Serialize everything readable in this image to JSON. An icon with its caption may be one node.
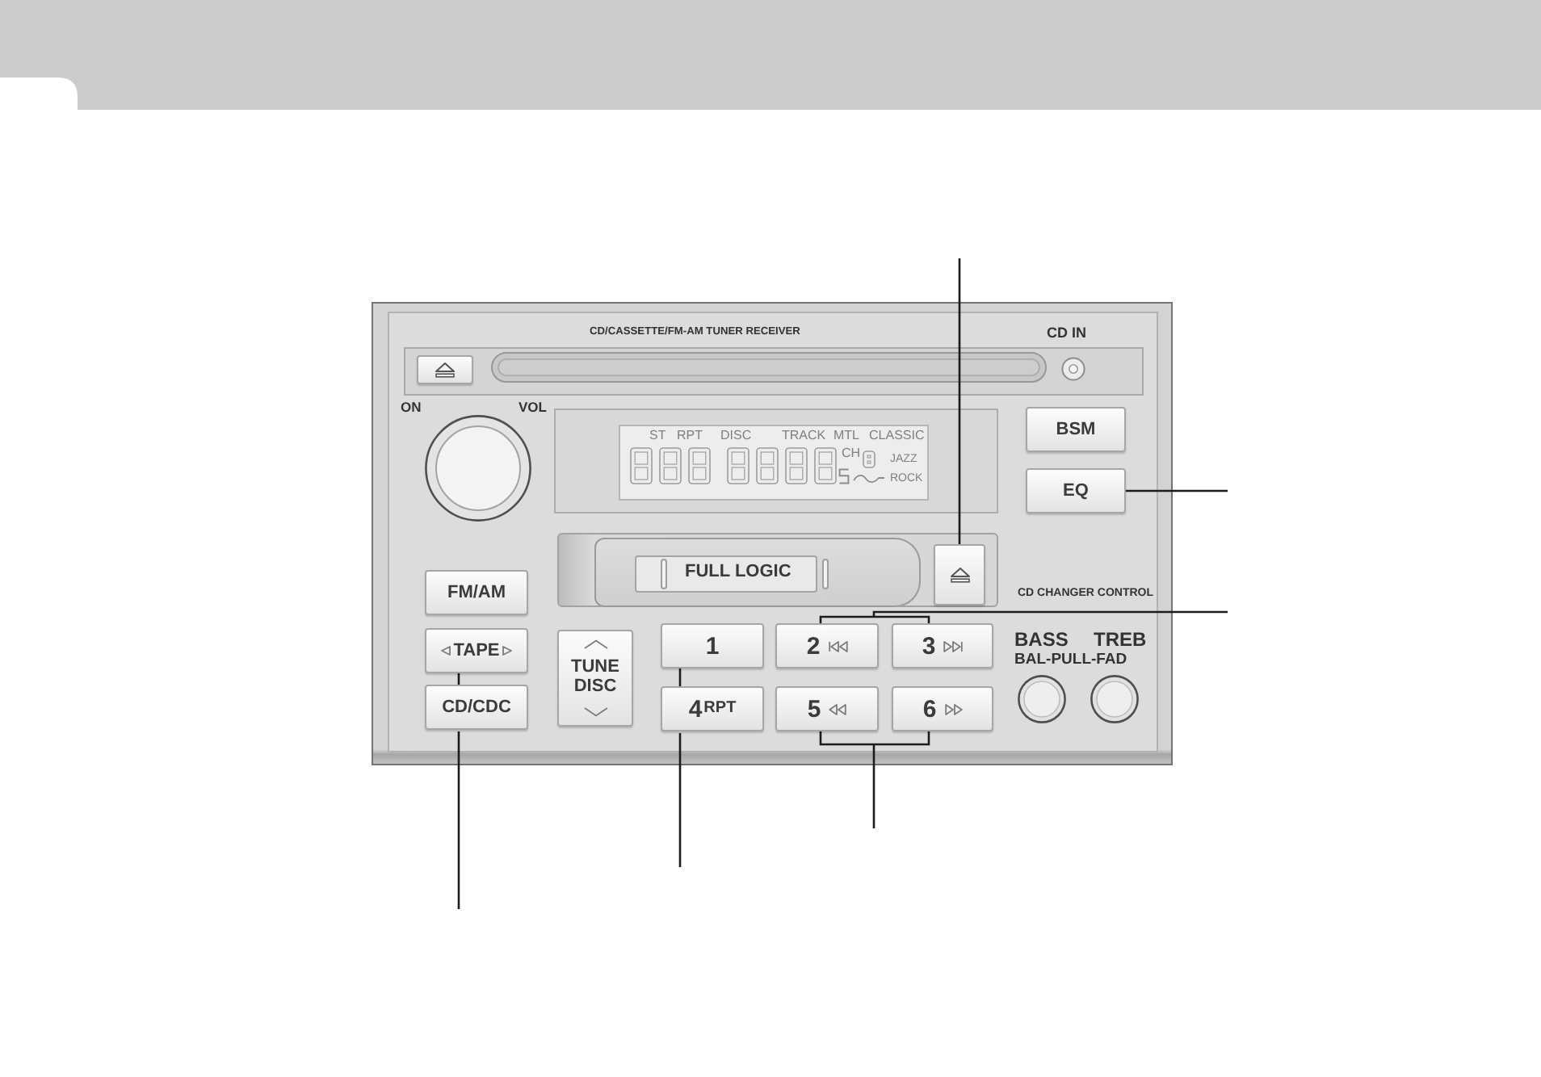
{
  "diagram": {
    "nodes": [
      {
        "text": [
          "CD/CASSETTE/FM-AM TUNER RECEIVER"
        ]
      },
      {
        "text": [],
        "shape": "box",
        "in": 0
      },
      {
        "text": [
          "ST",
          "RPT",
          "DISC",
          "TRACK",
          "MTL",
          "CLASSIC",
          "CH",
          "JAZZ",
          "ROCK"
        ],
        "in": 0
      },
      {
        "text": [
          "BSM"
        ],
        "in": 0
      },
      {
        "text": [
          "EQ"
        ],
        "in": 0
      },
      {
        "text": [
          "FULL LOGIC"
        ],
        "in": 0
      },
      {
        "text": [],
        "shape": "box",
        "in": 0
      },
      {
        "text": [
          "FM/AM"
        ],
        "in": 0
      },
      {
        "text": [
          "TAPE"
        ],
        "in": 0
      },
      {
        "text": [
          "CD/CDC"
        ],
        "in": 0
      },
      {
        "text": [
          "TUNE DISC"
        ],
        "in": 0
      },
      {
        "text": [
          "1"
        ],
        "in": 0
      },
      {
        "text": [
          "2"
        ],
        "in": 0
      },
      {
        "text": [
          "3"
        ],
        "in": 0
      },
      {
        "text": [
          "4",
          "RPT"
        ],
        "in": 0
      },
      {
        "text": [
          "5"
        ],
        "in": 0
      },
      {
        "text": [
          "6"
        ],
        "in": 0
      }
    ],
    "edges": [
      {
        "from": null,
        "to": 6,
        "arrow": "none"
      },
      {
        "from": null,
        "to": 4,
        "arrow": "none"
      },
      {
        "from": null,
        "to": 12,
        "arrow": "none"
      },
      {
        "from": null,
        "to": 13,
        "arrow": "none"
      },
      {
        "from": null,
        "to": 8,
        "arrow": "none"
      },
      {
        "from": null,
        "to": 11,
        "arrow": "none"
      },
      {
        "from": null,
        "to": 15,
        "arrow": "none"
      },
      {
        "from": null,
        "to": 16,
        "arrow": "none"
      }
    ],
    "labels": [
      "CD IN",
      "ON",
      "VOL",
      "CD CHANGER CONTROL",
      "BASS",
      "TREB",
      "BAL-PULL-FAD"
    ]
  }
}
